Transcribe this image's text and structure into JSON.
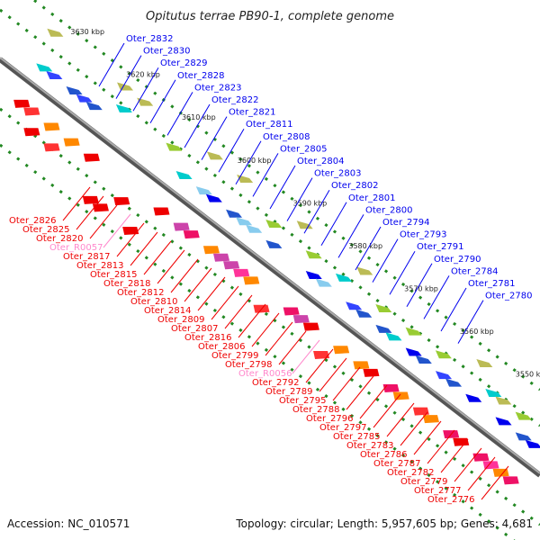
{
  "title": "Opitutus terrae PB90-1, complete genome",
  "accession": "Accession: NC_010571",
  "topology": "Topology: circular; Length: 5,957,605 bp; Genes: 4,681",
  "colors": {
    "forward": "#0000ee",
    "reverse": "#ee0000",
    "rna": "#ff88cc",
    "backbone": "#777777",
    "tick": "#228822"
  },
  "kbp_marks": [
    "3630 kbp",
    "3620 kbp",
    "3610 kbp",
    "3600 kbp",
    "3590 kbp",
    "3580 kbp",
    "3570 kbp",
    "3560 kbp",
    "3550 kbp"
  ],
  "forward_labels": [
    "Oter_2832",
    "Oter_2830",
    "Oter_2829",
    "Oter_2828",
    "Oter_2823",
    "Oter_2822",
    "Oter_2821",
    "Oter_2811",
    "Oter_2808",
    "Oter_2805",
    "Oter_2804",
    "Oter_2803",
    "Oter_2802",
    "Oter_2801",
    "Oter_2800",
    "Oter_2794",
    "Oter_2793",
    "Oter_2791",
    "Oter_2790",
    "Oter_2784",
    "Oter_2781",
    "Oter_2780"
  ],
  "reverse_labels": [
    "Oter_2826",
    "Oter_2825",
    "Oter_2820",
    "Oter_R0057",
    "Oter_2817",
    "Oter_2813",
    "Oter_2815",
    "Oter_2818",
    "Oter_2812",
    "Oter_2810",
    "Oter_2814",
    "Oter_2809",
    "Oter_2807",
    "Oter_2816",
    "Oter_2806",
    "Oter_2799",
    "Oter_2798",
    "Oter_R0056",
    "Oter_2792",
    "Oter_2789",
    "Oter_2795",
    "Oter_2788",
    "Oter_2796",
    "Oter_2797",
    "Oter_2785",
    "Oter_2783",
    "Oter_2786",
    "Oter_2787",
    "Oter_2782",
    "Oter_2779",
    "Oter_2777",
    "Oter_2776"
  ]
}
